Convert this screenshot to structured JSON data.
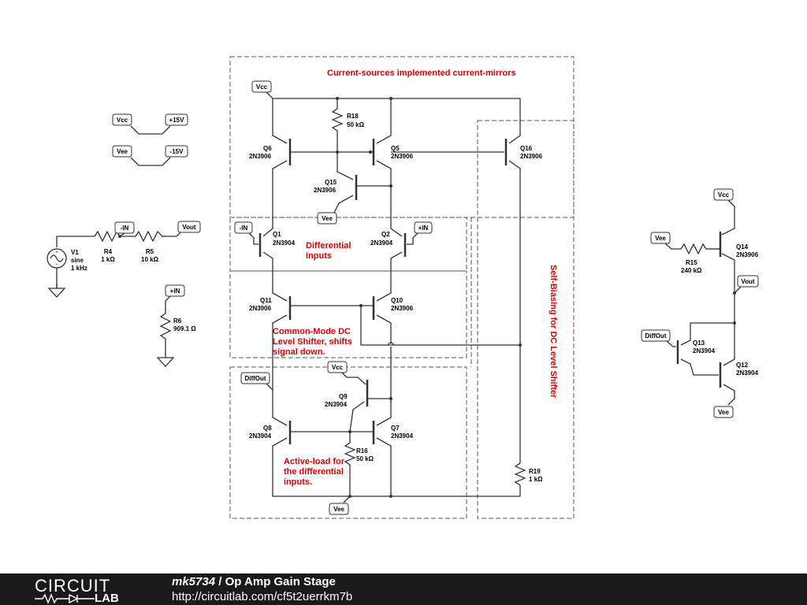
{
  "notes": {
    "current_sources": "Current-sources implemented current-mirrors",
    "differential": [
      "Differential",
      "Inputs"
    ],
    "common_mode": [
      "Common-Mode DC",
      "Level Shifter, shifts",
      "signal down."
    ],
    "active_load": [
      "Active-load for",
      "the differential",
      "inputs."
    ],
    "self_biasing": "Self-Biasing for DC Level Shifter"
  },
  "nets": {
    "vcc": "Vcc",
    "vee": "Vee",
    "p15": "+15V",
    "m15": "-15V",
    "minus_in": "-IN",
    "plus_in": "+IN",
    "vout": "Vout",
    "diffout": "DiffOut"
  },
  "sources": {
    "v1": {
      "name": "V1",
      "type": "sine",
      "freq": "1 kHz"
    }
  },
  "resistors": {
    "r4": {
      "name": "R4",
      "value": "1 kΩ"
    },
    "r5": {
      "name": "R5",
      "value": "10 kΩ"
    },
    "r6": {
      "name": "R6",
      "value": "909.1 Ω"
    },
    "r15": {
      "name": "R15",
      "value": "240 kΩ"
    },
    "r16": {
      "name": "R16",
      "value": "50 kΩ"
    },
    "r18": {
      "name": "R18",
      "value": "50 kΩ"
    },
    "r19": {
      "name": "R19",
      "value": "1 kΩ"
    }
  },
  "transistors": {
    "q1": {
      "name": "Q1",
      "part": "2N3904"
    },
    "q2": {
      "name": "Q2",
      "part": "2N3904"
    },
    "q5": {
      "name": "Q5",
      "part": "2N3906"
    },
    "q6": {
      "name": "Q6",
      "part": "2N3906"
    },
    "q7": {
      "name": "Q7",
      "part": "2N3904"
    },
    "q8": {
      "name": "Q8",
      "part": "2N3904"
    },
    "q9": {
      "name": "Q9",
      "part": "2N3904"
    },
    "q10": {
      "name": "Q10",
      "part": "2N3906"
    },
    "q11": {
      "name": "Q11",
      "part": "2N3906"
    },
    "q12": {
      "name": "Q12",
      "part": "2N3904"
    },
    "q13": {
      "name": "Q13",
      "part": "2N3904"
    },
    "q14": {
      "name": "Q14",
      "part": "2N3906"
    },
    "q15": {
      "name": "Q15",
      "part": "2N3906"
    },
    "q16": {
      "name": "Q16",
      "part": "2N3906"
    }
  },
  "footer": {
    "logo_top": "CIRCUIT",
    "logo_bottom": "LAB",
    "user": "mk5734",
    "separator": " / ",
    "title": "Op Amp Gain Stage",
    "url": "http://circuitlab.com/cf5t2uerrkm7b"
  }
}
